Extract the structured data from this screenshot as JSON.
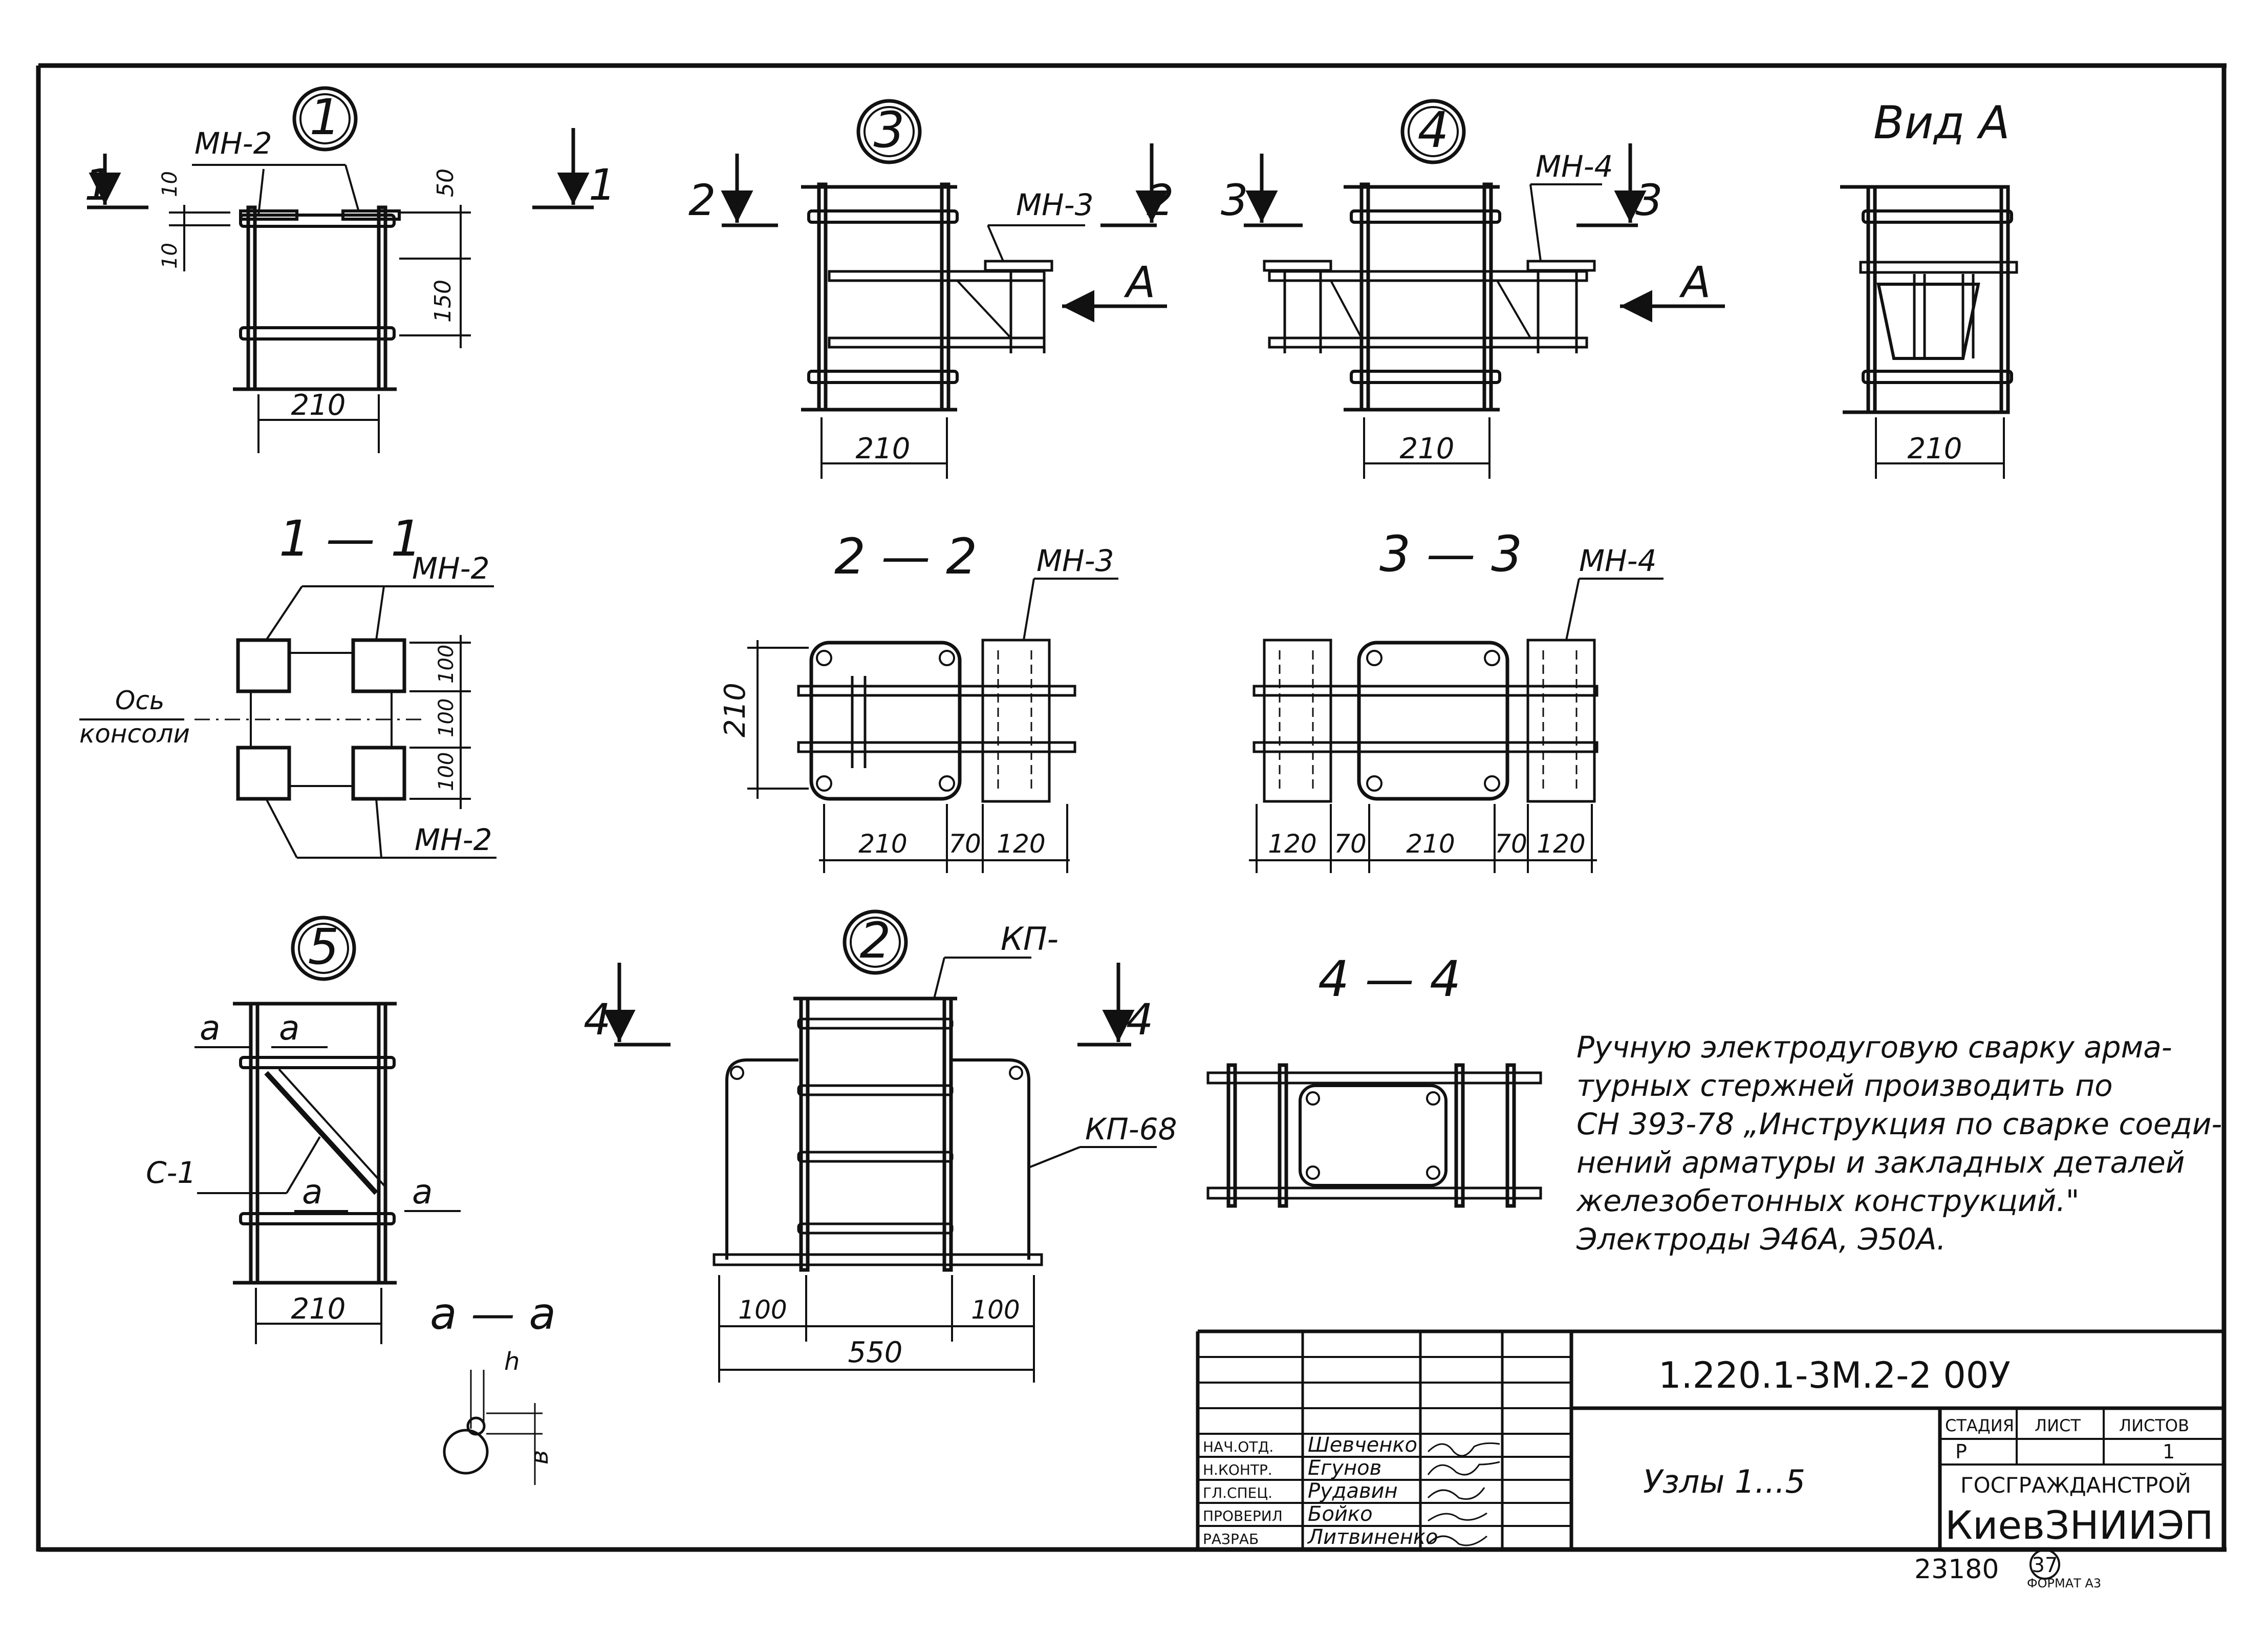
{
  "nodes": {
    "n1": "1",
    "n2": "2",
    "n3": "3",
    "n4": "4",
    "n5": "5"
  },
  "sections": {
    "s1": "1 — 1",
    "s2": "2 — 2",
    "s3": "3 — 3",
    "s4": "4 — 4",
    "vid": "Вид А",
    "aa": "а — а"
  },
  "marks": {
    "cut1": "1",
    "cut2": "2",
    "cut3": "3",
    "cut4": "4",
    "a": "А",
    "mn2": "МН-2",
    "mn3": "МН-3",
    "mn4": "МН-4",
    "kp": "КП-",
    "kp68": "КП-68",
    "c1": "С-1",
    "small_a": "а",
    "axis1": "Ось",
    "axis2": "консоли",
    "h": "h",
    "b": "в"
  },
  "dims": {
    "d210": "210",
    "d10": "10",
    "d50": "50",
    "d150": "150",
    "d100": "100",
    "d70": "70",
    "d120": "120",
    "d550": "550"
  },
  "note": {
    "lines": [
      "Ручную электродуговую сварку арма-",
      "турных стержней производить по",
      "СН 393-78 „Инструкция по сварке соеди-",
      "нений арматуры и закладных деталей",
      "железобетонных конструкций.\"",
      "Электроды Э46А, Э50А."
    ]
  },
  "title_block": {
    "code": "1.220.1-3М.2-2   00У",
    "name": "Узлы 1...5",
    "stage_h": "СТАДИЯ",
    "sheet_h": "ЛИСТ",
    "sheets_h": "ЛИСТОВ",
    "stage": "Р",
    "sheet": "",
    "sheets": "1",
    "org1": "ГОСГРАЖДАНСТРОЙ",
    "org2": "КиевЗНИИЭП",
    "roles": [
      "НАЧ.ОТД.",
      "Н.КОНТР.",
      "ГЛ.СПЕЦ.",
      "ПРОВЕРИЛ",
      "РАЗРАБ"
    ],
    "names": [
      "Шевченко",
      "Егунов",
      "Рудавин",
      "Бойко",
      "Литвиненко"
    ]
  },
  "footer": {
    "inv": "23180",
    "num": "37",
    "format": "ФОРМАТ А3"
  }
}
